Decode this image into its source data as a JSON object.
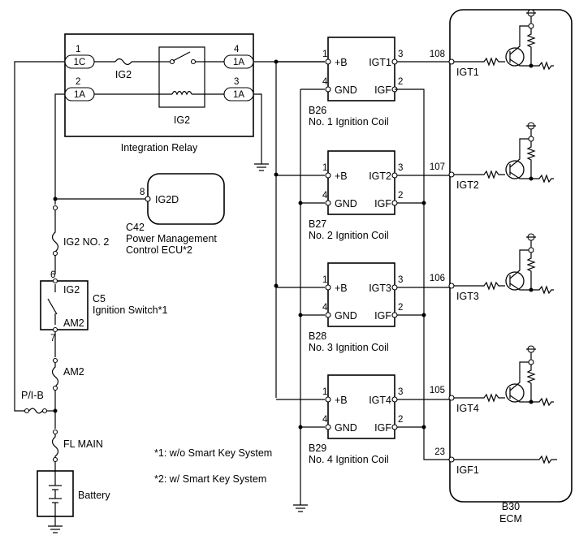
{
  "integration_relay": {
    "label": "Integration Relay",
    "fuse_label": "IG2",
    "coil_label": "IG2",
    "pin_1_num": "1",
    "pin_1_conn": "1C",
    "pin_2_num": "2",
    "pin_2_conn": "1A",
    "pin_4_num": "4",
    "pin_4_conn": "1A",
    "pin_3_num": "3",
    "pin_3_conn": "1A"
  },
  "power_ecu": {
    "code": "C42",
    "name_line1": "Power Management",
    "name_line2": "Control ECU*2",
    "pin_num": "8",
    "pin_label": "IG2D"
  },
  "fuses": {
    "ig2_no2": "IG2 NO. 2",
    "am2": "AM2",
    "pib": "P/I-B",
    "fl_main": "FL MAIN"
  },
  "ignition_switch": {
    "code": "C5",
    "name": "Ignition Switch*1",
    "pin_top_num": "6",
    "pin_top_label": "IG2",
    "pin_bottom_num": "7",
    "pin_bottom_label": "AM2"
  },
  "battery": {
    "label": "Battery"
  },
  "footnotes": {
    "note1": "*1: w/o Smart Key System",
    "note2": "*2: w/ Smart Key System"
  },
  "coils": [
    {
      "code": "B26",
      "name": "No. 1 Ignition Coil",
      "pin1": "1",
      "pin1_label": "+B",
      "pin3": "3",
      "pin3_label": "IGT1",
      "pin4": "4",
      "pin4_label": "GND",
      "pin2": "2",
      "pin2_label": "IGF"
    },
    {
      "code": "B27",
      "name": "No. 2 Ignition Coil",
      "pin1": "1",
      "pin1_label": "+B",
      "pin3": "3",
      "pin3_label": "IGT2",
      "pin4": "4",
      "pin4_label": "GND",
      "pin2": "2",
      "pin2_label": "IGF"
    },
    {
      "code": "B28",
      "name": "No. 3 Ignition Coil",
      "pin1": "1",
      "pin1_label": "+B",
      "pin3": "3",
      "pin3_label": "IGT3",
      "pin4": "4",
      "pin4_label": "GND",
      "pin2": "2",
      "pin2_label": "IGF"
    },
    {
      "code": "B29",
      "name": "No. 4 Ignition Coil",
      "pin1": "1",
      "pin1_label": "+B",
      "pin3": "3",
      "pin3_label": "IGT4",
      "pin4": "4",
      "pin4_label": "GND",
      "pin2": "2",
      "pin2_label": "IGF"
    }
  ],
  "ecm": {
    "code": "B30",
    "name": "ECM",
    "pins": [
      {
        "num": "108",
        "label": "IGT1"
      },
      {
        "num": "107",
        "label": "IGT2"
      },
      {
        "num": "106",
        "label": "IGT3"
      },
      {
        "num": "105",
        "label": "IGT4"
      },
      {
        "num": "23",
        "label": "IGF1"
      }
    ]
  }
}
